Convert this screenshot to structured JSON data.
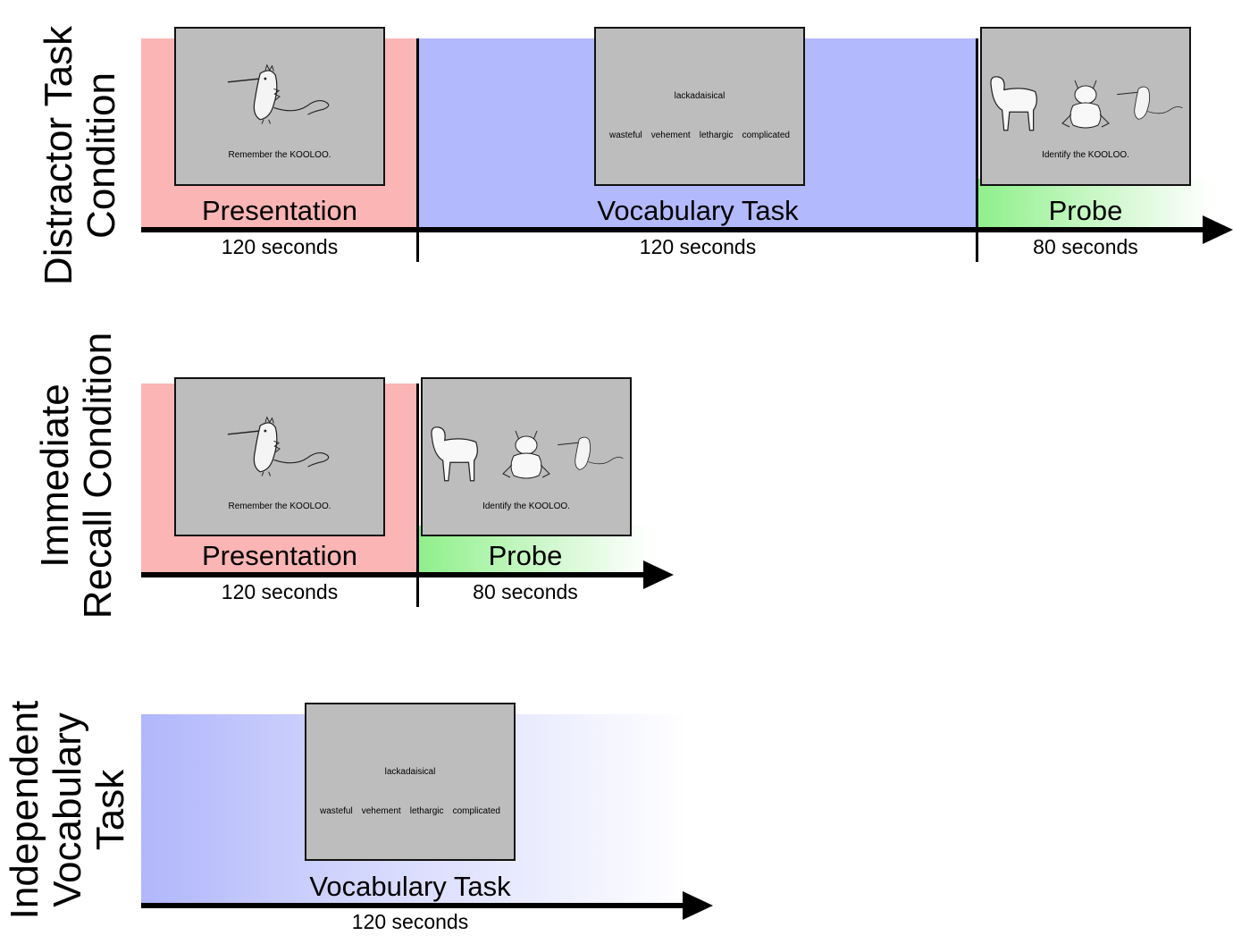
{
  "conditions": [
    {
      "label_lines": [
        "Distractor Task",
        "Condition"
      ],
      "phases": [
        {
          "name": "Presentation",
          "duration": "120 seconds",
          "screen_text": "Remember the KOOLOO."
        },
        {
          "name": "Vocabulary Task",
          "duration": "120 seconds",
          "target_word": "lackadaisical",
          "options": [
            "wasteful",
            "vehement",
            "lethargic",
            "complicated"
          ]
        },
        {
          "name": "Probe",
          "duration": "80 seconds",
          "screen_text": "Identify the KOOLOO."
        }
      ]
    },
    {
      "label_lines": [
        "Immediate",
        "Recall Condition"
      ],
      "phases": [
        {
          "name": "Presentation",
          "duration": "120 seconds",
          "screen_text": "Remember the KOOLOO."
        },
        {
          "name": "Probe",
          "duration": "80 seconds",
          "screen_text": "Identify the KOOLOO."
        }
      ]
    },
    {
      "label_lines": [
        "Independent",
        "Vocabulary",
        "Task"
      ],
      "phases": [
        {
          "name": "Vocabulary Task",
          "duration": "120 seconds",
          "target_word": "lackadaisical",
          "options": [
            "wasteful",
            "vehement",
            "lethargic",
            "complicated"
          ]
        }
      ]
    }
  ],
  "colors": {
    "presentation": "#fbb5b5",
    "vocabulary": "#b3b9fd",
    "probe": "#8ef08a",
    "screen": "#bdbdbd"
  }
}
